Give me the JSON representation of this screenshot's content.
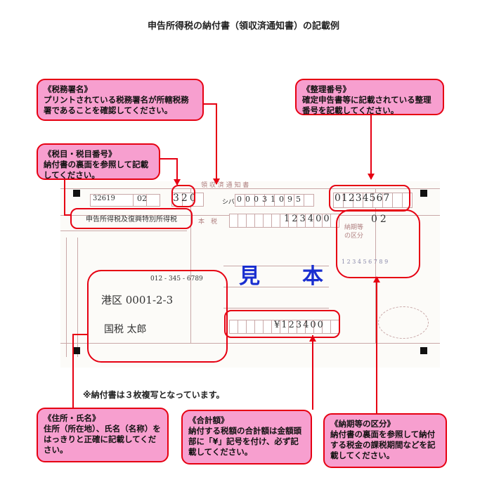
{
  "page": {
    "title": "申告所得税の納付書（領収済通知書）の記載例"
  },
  "form": {
    "header": "領 収 済 通 知 書",
    "code1": "32619",
    "code2": "02",
    "tax_item_number": "320",
    "office_name": "シバ",
    "account_number": "00031095",
    "reference_number": "01234567",
    "tax_item_name": "申告所得税及復興特別所得税",
    "tax_amount": "123400",
    "period_code": "02",
    "phone": "012 - 345 - 6789",
    "address": "港区 0001-2-3",
    "name": "国税 太郎",
    "total_amount": "¥123400",
    "sample_stamp": [
      "見",
      "本"
    ],
    "label_honzei": "本　税",
    "label_nouki": "納期等",
    "label_kubun": "の区分",
    "period_digits": "1 2 3 4 5 6 7 8 9"
  },
  "callouts": {
    "tax_office": {
      "heading": "《税務署名》",
      "body": "プリントされている税務署名が所轄税務署であることを確認してください。"
    },
    "reference": {
      "heading": "《整理番号》",
      "body": "確定申告書等に記載されている整理番号を記載してください。"
    },
    "tax_item": {
      "heading": "《税目・税目番号》",
      "body": "納付書の裏面を参照して記載してください。"
    },
    "address": {
      "heading": "《住所・氏名》",
      "body": "住所（所在地）、氏名（名称）をはっきりと正確に記載してください。"
    },
    "total": {
      "heading": "《合計額》",
      "body": "納付する税額の合計額は金額頭部に「¥」記号を付け、必ず記載してください。"
    },
    "period": {
      "heading": "《納期等の区分》",
      "body": "納付書の裏面を参照して納付する税金の課税期間などを記載してください。"
    }
  },
  "note": "※納付書は３枚複写となっています。"
}
